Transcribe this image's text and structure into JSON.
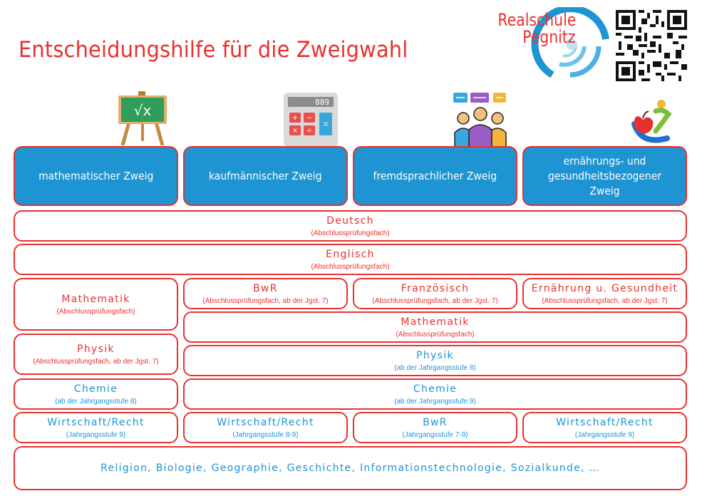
{
  "title": "Entscheidungshilfe für die Zweigwahl",
  "logo": {
    "line1": "Realschule",
    "line2": "Pegnitz"
  },
  "colors": {
    "accent_red": "#e8312f",
    "accent_blue": "#1f94d2"
  },
  "icons": [
    "chalkboard-sqrt-icon",
    "calculator-icon",
    "people-speech-icon",
    "fruit-person-icon",
    "qr-code-icon"
  ],
  "calculator_display": "889",
  "chalkboard_text": "√x",
  "branches": [
    "mathematischer Zweig",
    "kaufmännischer Zweig",
    "fremdsprachlicher Zweig",
    "ernährungs- und gesundheitsbezogener Zweig"
  ],
  "subjects": {
    "deutsch": {
      "name": "Deutsch",
      "note": "(Abschlussprüfungsfach)"
    },
    "englisch": {
      "name": "Englisch",
      "note": "(Abschlussprüfungsfach)"
    },
    "mathe_a": {
      "name": "Mathematik",
      "note": "(Abschlussprüfungsfach)"
    },
    "bwr_b": {
      "name": "BwR",
      "note": "(Abschlussprüfungsfach, ab der Jgst. 7)"
    },
    "franz": {
      "name": "Französisch",
      "note": "(Abschlussprüfungsfach, ab der Jgst. 7)"
    },
    "ernaehrung": {
      "name": "Ernährung u. Gesundheit",
      "note": "(Abschlussprüfungsfach, ab der Jgst. 7)"
    },
    "mathe_rest": {
      "name": "Mathematik",
      "note": "(Abschlussprüfungsfach)"
    },
    "physik_a": {
      "name": "Physik",
      "note": "(Abschlussprüfungsfach, ab der Jgst. 7)"
    },
    "physik_rest": {
      "name": "Physik",
      "note": "(ab der Jahrgangsstufe 8)"
    },
    "chemie_a": {
      "name": "Chemie",
      "note": "(ab der Jahrgangsstufe 8)"
    },
    "chemie_rest": {
      "name": "Chemie",
      "note": "(ab der Jahrgangsstufe 9)"
    },
    "wr_a": {
      "name": "Wirtschaft/Recht",
      "note": "(Jahrgangsstufe 9)"
    },
    "wr_b": {
      "name": "Wirtschaft/Recht",
      "note": "(Jahrgangsstufe 8-9)"
    },
    "bwr_c": {
      "name": "BwR",
      "note": "(Jahrgangsstufe 7-9)"
    },
    "wr_d": {
      "name": "Wirtschaft/Recht",
      "note": "(Jahrgangsstufe 9)"
    },
    "others": {
      "name": "Religion, Biologie, Geographie, Geschichte, Informationstechnologie, Sozialkunde, …"
    }
  }
}
